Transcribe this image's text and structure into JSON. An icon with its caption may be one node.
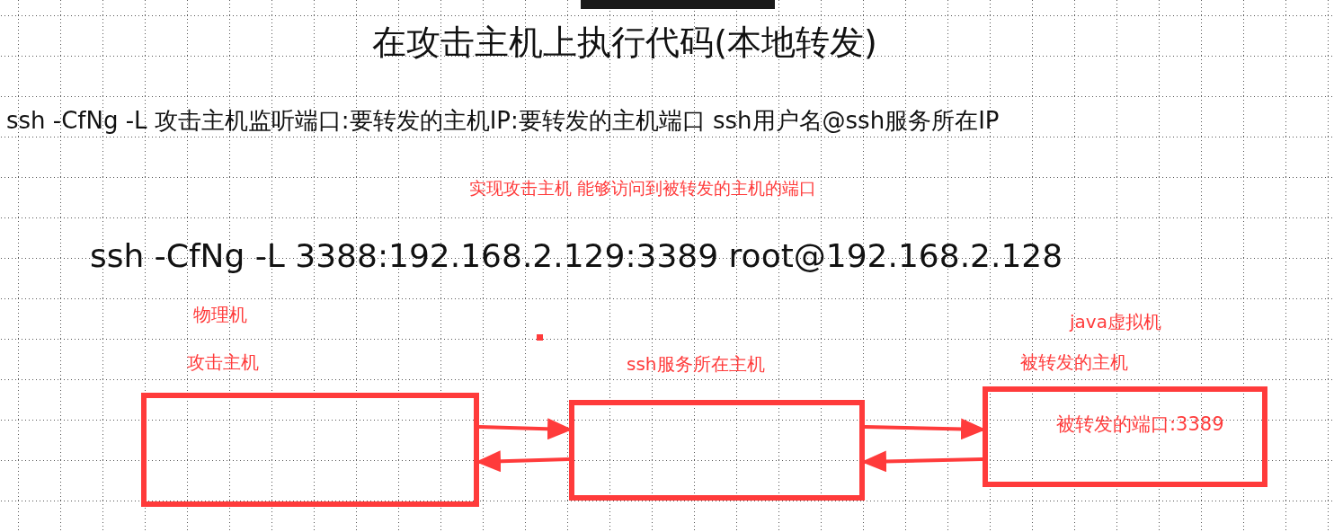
{
  "diagram": {
    "title": "在攻击主机上执行代码(本地转发)",
    "nodes": [
      {
        "text": [
          "物理机",
          "攻击主机"
        ]
      },
      {
        "text": [
          "ssh服务所在主机"
        ]
      },
      {
        "text": [
          "java虚拟机",
          "被转发的主机",
          "被转发的端口:3389"
        ]
      }
    ],
    "edges": [
      {
        "from": 0,
        "to": 1,
        "arrow": "to"
      },
      {
        "from": 1,
        "to": 0,
        "arrow": "to"
      },
      {
        "from": 1,
        "to": 2,
        "arrow": "to"
      },
      {
        "from": 2,
        "to": 1,
        "arrow": "to"
      }
    ],
    "labels": [
      "ssh -CfNg -L 攻击主机监听端口:要转发的主机IP:要转发的主机端口 ssh用户名@ssh服务所在IP",
      "实现攻击主机 能够访问到被转发的主机的端口",
      "ssh -CfNg -L 3388:192.168.2.129:3389 root@192.168.2.128"
    ]
  }
}
